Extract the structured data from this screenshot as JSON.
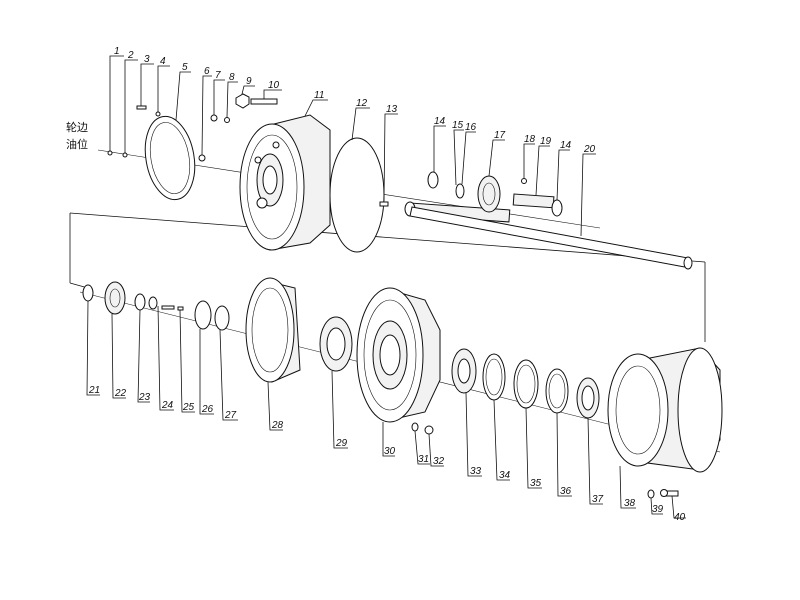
{
  "side_label": [
    "轮边",
    "油位"
  ],
  "callouts": [
    "1",
    "2",
    "3",
    "4",
    "5",
    "6",
    "7",
    "8",
    "9",
    "10",
    "11",
    "12",
    "13",
    "14",
    "15",
    "16",
    "17",
    "18",
    "19",
    "14",
    "20",
    "21",
    "22",
    "23",
    "24",
    "25",
    "26",
    "27",
    "28",
    "29",
    "30",
    "31",
    "32",
    "33",
    "34",
    "35",
    "36",
    "37",
    "38",
    "39",
    "40"
  ]
}
